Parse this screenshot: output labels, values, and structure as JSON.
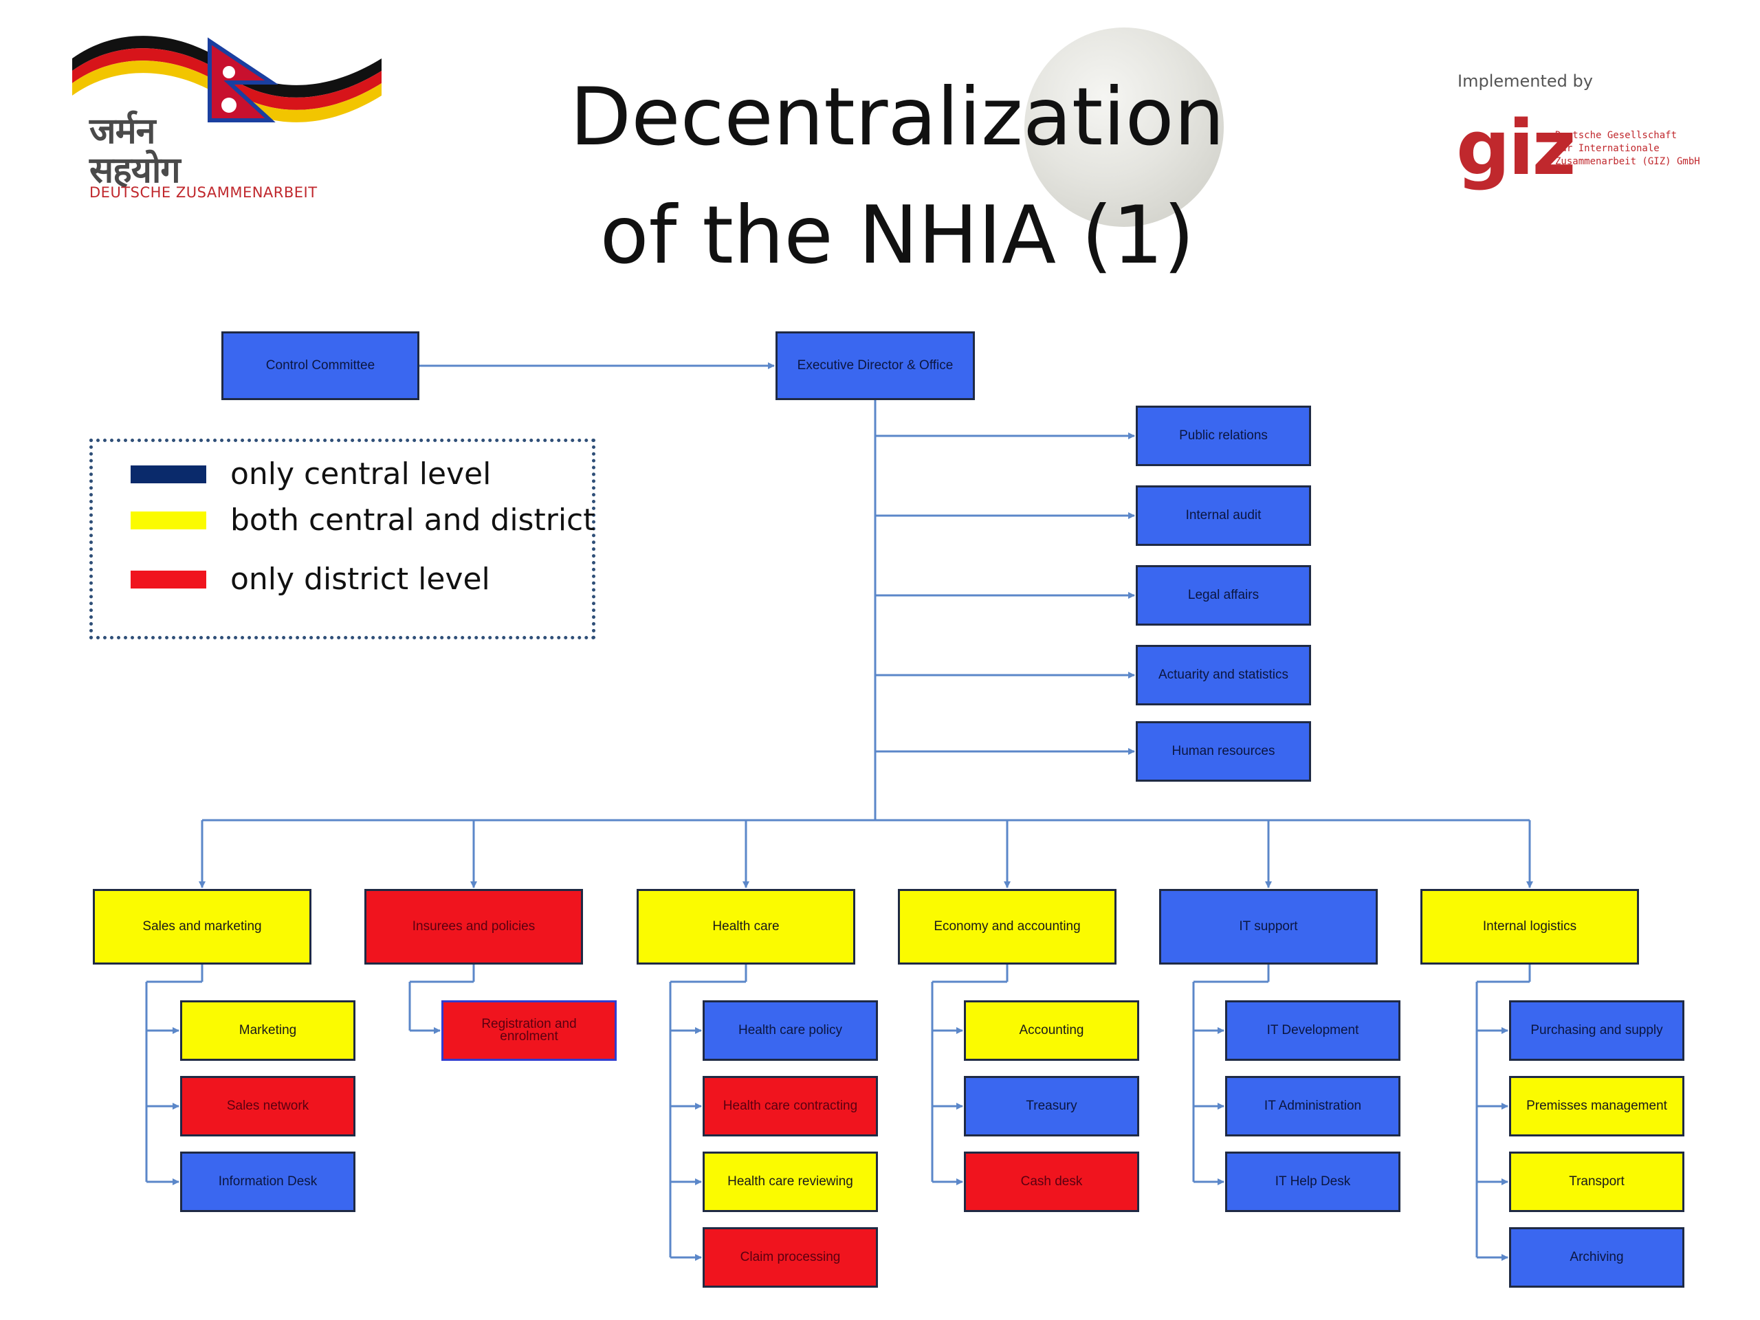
{
  "slide": {
    "title_line1": "Decentralization",
    "title_line2": "of the NHIA (1)"
  },
  "logo_left": {
    "hindi_line1": "जर्मन",
    "hindi_line2": "सहयोग",
    "caption": "DEUTSCHE ZUSAMMENARBEIT"
  },
  "logo_right": {
    "implemented_by": "Implemented by",
    "mark": "giz",
    "org_name": "Deutsche Gesellschaft\nfür Internationale\nZusammenarbeit (GIZ) GmbH"
  },
  "colors": {
    "central": "#0a2a6b",
    "both": "#fbfb00",
    "district": "#f0141e",
    "box_blue": "#3a67f0",
    "connector": "#5b87c9"
  },
  "legend": [
    {
      "label": "only central level",
      "color": "#0a2a6b"
    },
    {
      "label": "both central and district",
      "color": "#fbfb00"
    },
    {
      "label": "only district level",
      "color": "#f0141e"
    }
  ],
  "org": {
    "control_committee": "Control Committee",
    "executive_director": "Executive Director & Office",
    "staff_units": [
      "Public relations",
      "Internal audit",
      "Legal affairs",
      "Actuarity and statistics",
      "Human resources"
    ],
    "departments": [
      {
        "name": "Sales and marketing",
        "color": "yellow",
        "units": [
          {
            "name": "Marketing",
            "color": "yellow"
          },
          {
            "name": "Sales network",
            "color": "red"
          },
          {
            "name": "Information Desk",
            "color": "blue"
          }
        ]
      },
      {
        "name": "Insurees and policies",
        "color": "red",
        "units": [
          {
            "name": "Registration and enrolment",
            "color": "red"
          }
        ]
      },
      {
        "name": "Health care",
        "color": "yellow",
        "units": [
          {
            "name": "Health care policy",
            "color": "blue"
          },
          {
            "name": "Health care contracting",
            "color": "red"
          },
          {
            "name": "Health care reviewing",
            "color": "yellow"
          },
          {
            "name": "Claim processing",
            "color": "red"
          }
        ]
      },
      {
        "name": "Economy and accounting",
        "color": "yellow",
        "units": [
          {
            "name": "Accounting",
            "color": "yellow"
          },
          {
            "name": "Treasury",
            "color": "blue"
          },
          {
            "name": "Cash desk",
            "color": "red"
          }
        ]
      },
      {
        "name": "IT support",
        "color": "blue",
        "units": [
          {
            "name": "IT Development",
            "color": "blue"
          },
          {
            "name": "IT Administration",
            "color": "blue"
          },
          {
            "name": "IT Help Desk",
            "color": "blue"
          }
        ]
      },
      {
        "name": "Internal logistics",
        "color": "yellow",
        "units": [
          {
            "name": "Purchasing and supply",
            "color": "blue"
          },
          {
            "name": "Premisses management",
            "color": "yellow"
          },
          {
            "name": "Transport",
            "color": "yellow"
          },
          {
            "name": "Archiving",
            "color": "blue"
          }
        ]
      }
    ]
  }
}
